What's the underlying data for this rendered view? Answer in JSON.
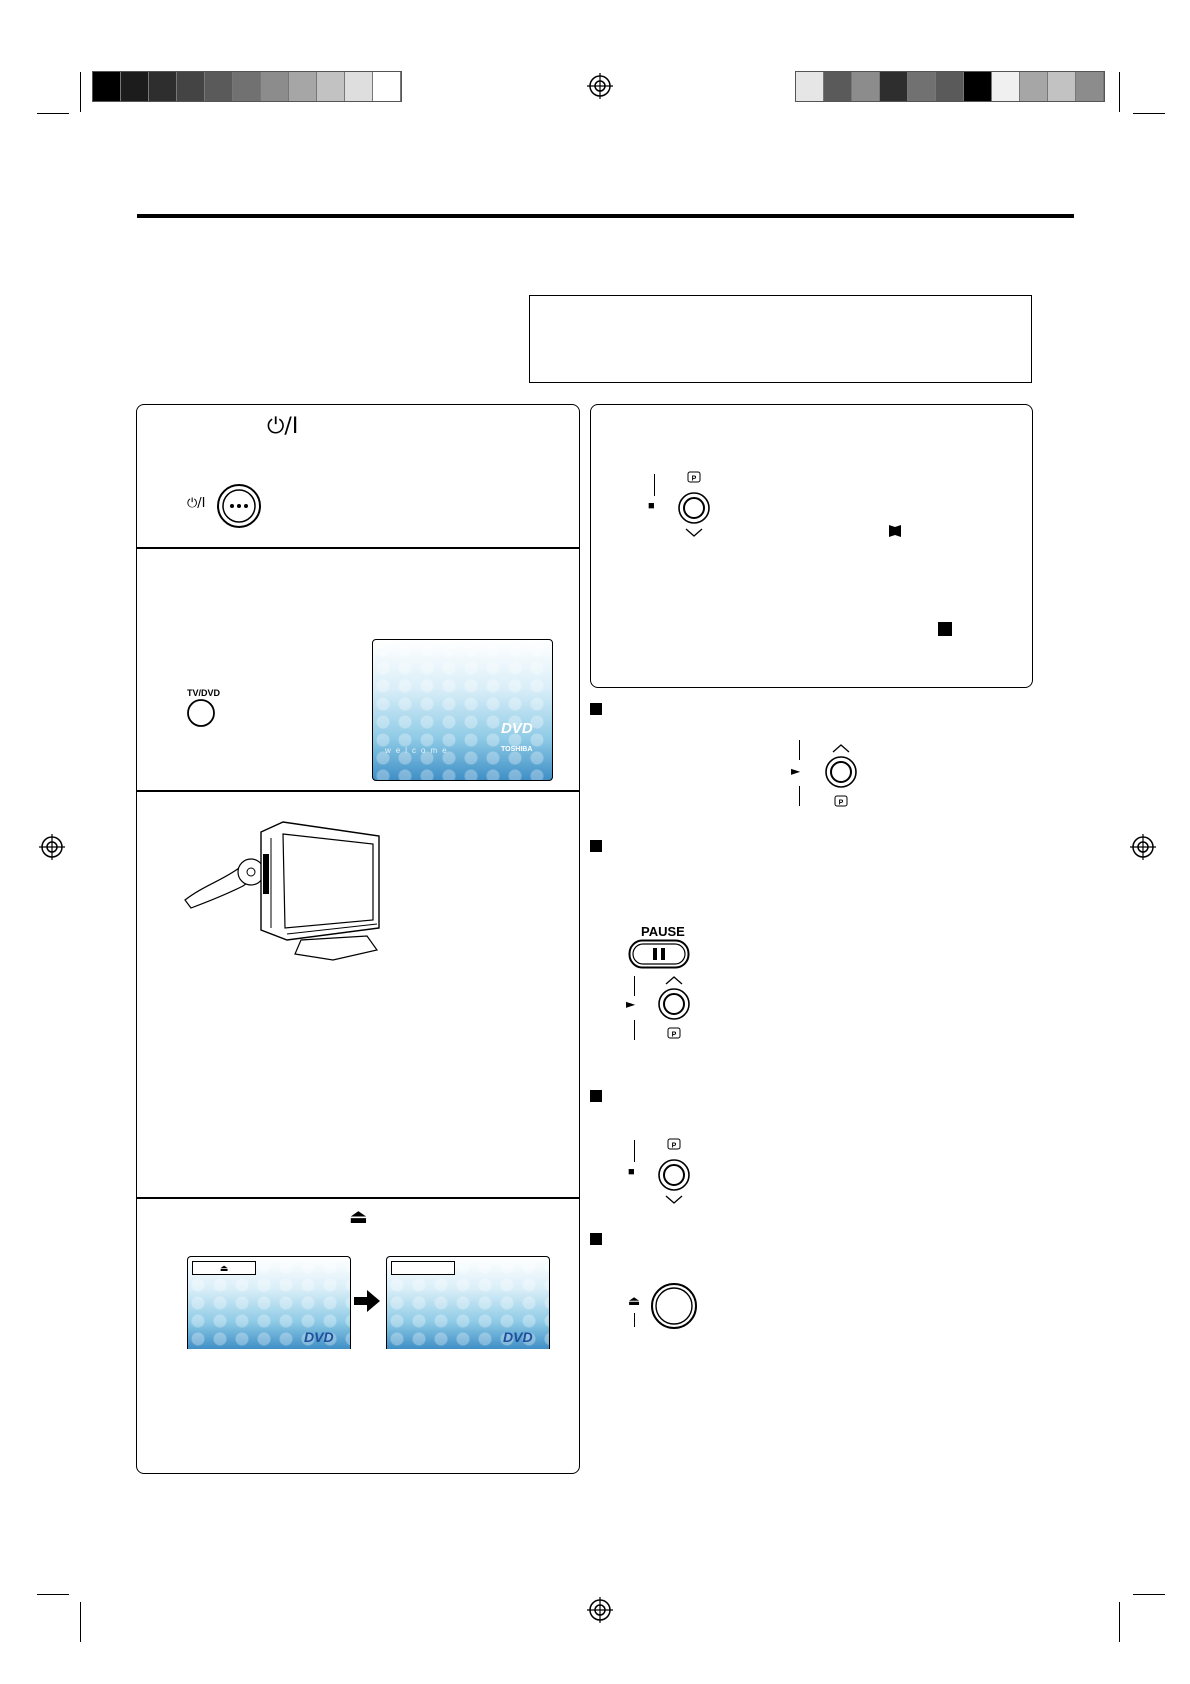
{
  "print_marks": {
    "left_bar_colors": [
      "#000000",
      "#1c1c1c",
      "#2e2e2e",
      "#444444",
      "#5a5a5a",
      "#717171",
      "#8c8c8c",
      "#a6a6a6",
      "#c2c2c2",
      "#dedede",
      "#ffffff"
    ],
    "right_bar_colors": [
      "#e6e6e6",
      "#5a5a5a",
      "#8c8c8c",
      "#2e2e2e",
      "#717171",
      "#5a5a5a",
      "#000000",
      "#f0f0f0",
      "#a6a6a6",
      "#c2c2c2",
      "#8c8c8c"
    ]
  },
  "left_panel": {
    "step1": {
      "power_symbol": "⏻/I",
      "button_label": "⏻/I"
    },
    "step2": {
      "button_label": "TV/DVD",
      "screen_text": "welcome",
      "screen_logo": "DVD",
      "screen_brand": "TOSHIBA"
    },
    "step4": {
      "eject_symbol": "⏏",
      "screen1_label": "⏏",
      "screen_logo": "DVD"
    }
  },
  "right_panel": {
    "p_label": "P",
    "stop_symbol": "■",
    "play_symbol": "►",
    "pause_label": "PAUSE",
    "eject_symbol": "⏏"
  },
  "icons": {
    "power": "power-icon",
    "eject": "eject-icon",
    "stop": "stop-icon",
    "play": "play-icon",
    "pause": "pause-icon",
    "arrow": "arrow-right-icon",
    "marker": "bookmark-icon"
  }
}
